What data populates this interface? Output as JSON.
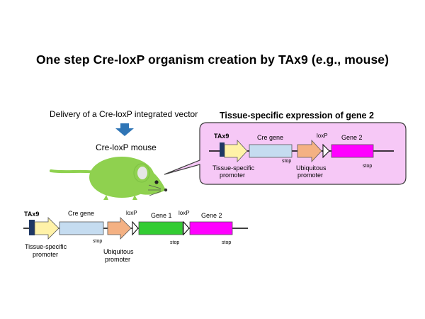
{
  "title": "One step Cre-loxP organism creation by TAx9 (e.g., mouse)",
  "delivery_label": "Delivery of a Cre-loxP integrated vector",
  "mouse_label": "Cre-loxP mouse",
  "callout": {
    "heading": "Tissue-specific expression of gene 2",
    "tax9": "TAx9",
    "cre_gene": "Cre gene",
    "loxp": "loxP",
    "gene2": "Gene 2",
    "stop_cre": "stop",
    "stop_gene2": "stop",
    "tissue_promoter_line1": "Tissue-specific",
    "tissue_promoter_line2": "promoter",
    "ubiq_promoter_line1": "Ubiquitous",
    "ubiq_promoter_line2": "promoter"
  },
  "construct": {
    "tax9": "TAx9",
    "cre_gene": "Cre gene",
    "loxp1": "loxP",
    "loxp2": "loxP",
    "gene1": "Gene 1",
    "gene2": "Gene 2",
    "stop_cre": "stop",
    "stop_gene1": "stop",
    "stop_gene2": "stop",
    "tissue_promoter_line1": "Tissue-specific",
    "tissue_promoter_line2": "promoter",
    "ubiq_promoter_line1": "Ubiquitous",
    "ubiq_promoter_line2": "promoter"
  },
  "colors": {
    "tax9_block": "#1f3864",
    "tissue_promoter": "#fff2a8",
    "cre_gene": "#c5dcf0",
    "ubiq_promoter": "#f4b183",
    "gene1": "#33cc33",
    "gene2": "#ff00ff",
    "callout_bg": "#f6c8f6",
    "mouse": "#8fd14f",
    "arrow": "#2f75b6"
  }
}
